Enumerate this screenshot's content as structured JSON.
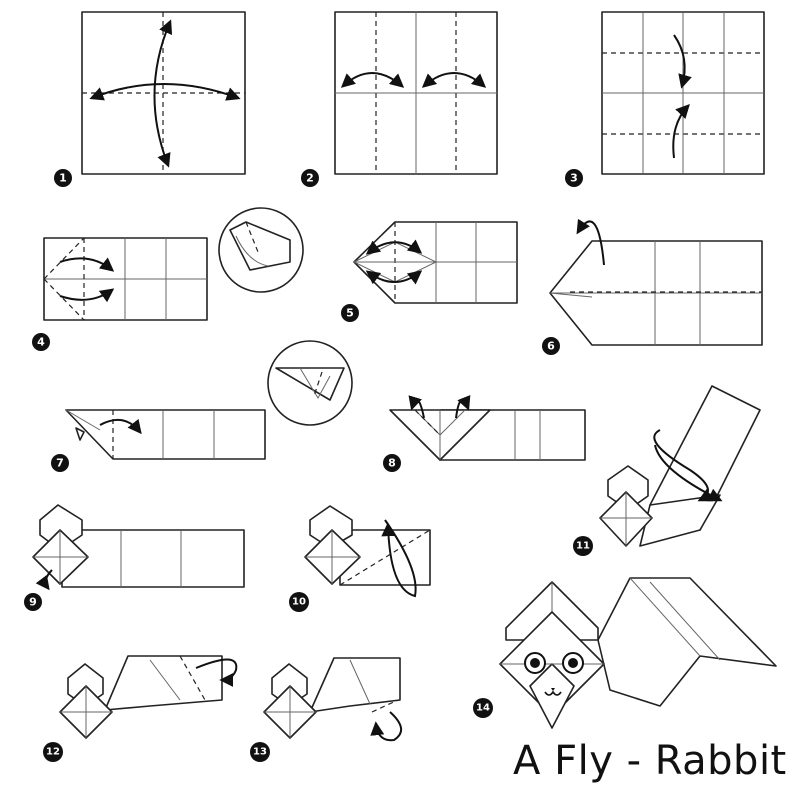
{
  "title": "A Fly - Rabbit",
  "steps": [
    {
      "label": "1"
    },
    {
      "label": "2"
    },
    {
      "label": "3"
    },
    {
      "label": "4"
    },
    {
      "label": "5"
    },
    {
      "label": "6"
    },
    {
      "label": "7"
    },
    {
      "label": "8"
    },
    {
      "label": "9"
    },
    {
      "label": "10"
    },
    {
      "label": "11"
    },
    {
      "label": "12"
    },
    {
      "label": "13"
    },
    {
      "label": "14"
    }
  ],
  "colors": {
    "line": "#222222",
    "paper": "#ffffff",
    "badge": "#111111"
  }
}
